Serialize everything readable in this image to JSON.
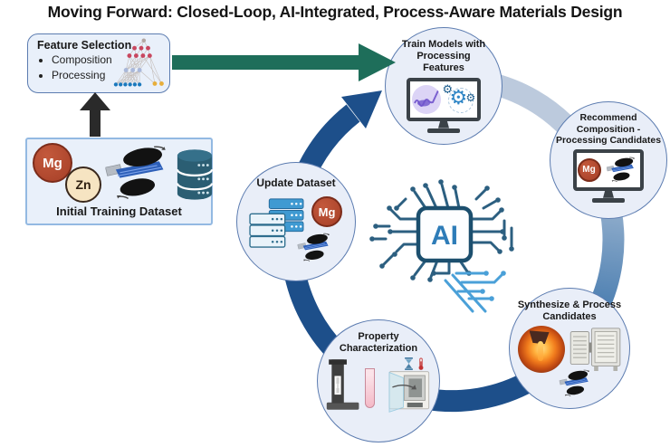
{
  "title": "Moving Forward: Closed-Loop, AI-Integrated, Process-Aware Materials Design",
  "feature_selection": {
    "title": "Feature Selection",
    "bullet1": "Composition",
    "bullet2": "Processing",
    "icon": "neural-network-icon"
  },
  "initial_dataset": {
    "label": "Initial Training Dataset",
    "element1": "Mg",
    "element2": "Zn",
    "icons": [
      "mg-element-badge",
      "zn-element-badge",
      "rolling-mill-icon",
      "database-icon"
    ]
  },
  "center": {
    "chip_label": "AI",
    "icon": "ai-circuit-brain-icon"
  },
  "nodes": {
    "train": {
      "label": "Train Models with Processing Features",
      "icons": [
        "monitor-icon",
        "model-plot-icon",
        "gears-icon"
      ]
    },
    "recommend": {
      "label": "Recommend Composition - Processing Candidates",
      "element": "Mg",
      "icons": [
        "monitor-icon",
        "mg-element-badge",
        "rolling-mill-icon"
      ]
    },
    "synthesize": {
      "label": "Synthesize & Process Candidates",
      "icons": [
        "molten-metal-casting-icon",
        "furnace-icon",
        "rolling-mill-icon"
      ]
    },
    "property": {
      "label": "Property Characterization",
      "icons": [
        "tensile-tester-icon",
        "test-tube-icon",
        "oven-icon",
        "hourglass-icon",
        "thermometer-icon"
      ]
    },
    "update": {
      "label": "Update Dataset",
      "element": "Mg",
      "icons": [
        "server-stack-icon",
        "mg-element-badge",
        "rolling-mill-icon"
      ]
    }
  },
  "flow": {
    "arrows": [
      "initial-dataset-to-feature-selection",
      "feature-selection-to-train-models",
      "train-to-recommend-arc",
      "recommend-to-synthesize-arc",
      "synthesize-to-property-arc",
      "property-to-update-arc",
      "update-to-train-arc"
    ]
  },
  "colors": {
    "arc_dark": "#1d4f8a",
    "arc_light": "#bccadd",
    "arrow_green": "#1e6e5a",
    "arrow_black": "#2a2a2a",
    "node_fill": "#e9eef8",
    "node_border": "#5c7cb0",
    "mg_red": "#a63f27",
    "zn_tan": "#f6e4c2",
    "ai_blue": "#2d7cb8",
    "circuit_dark": "#2c5f80",
    "circuit_light": "#4aa0d8"
  }
}
